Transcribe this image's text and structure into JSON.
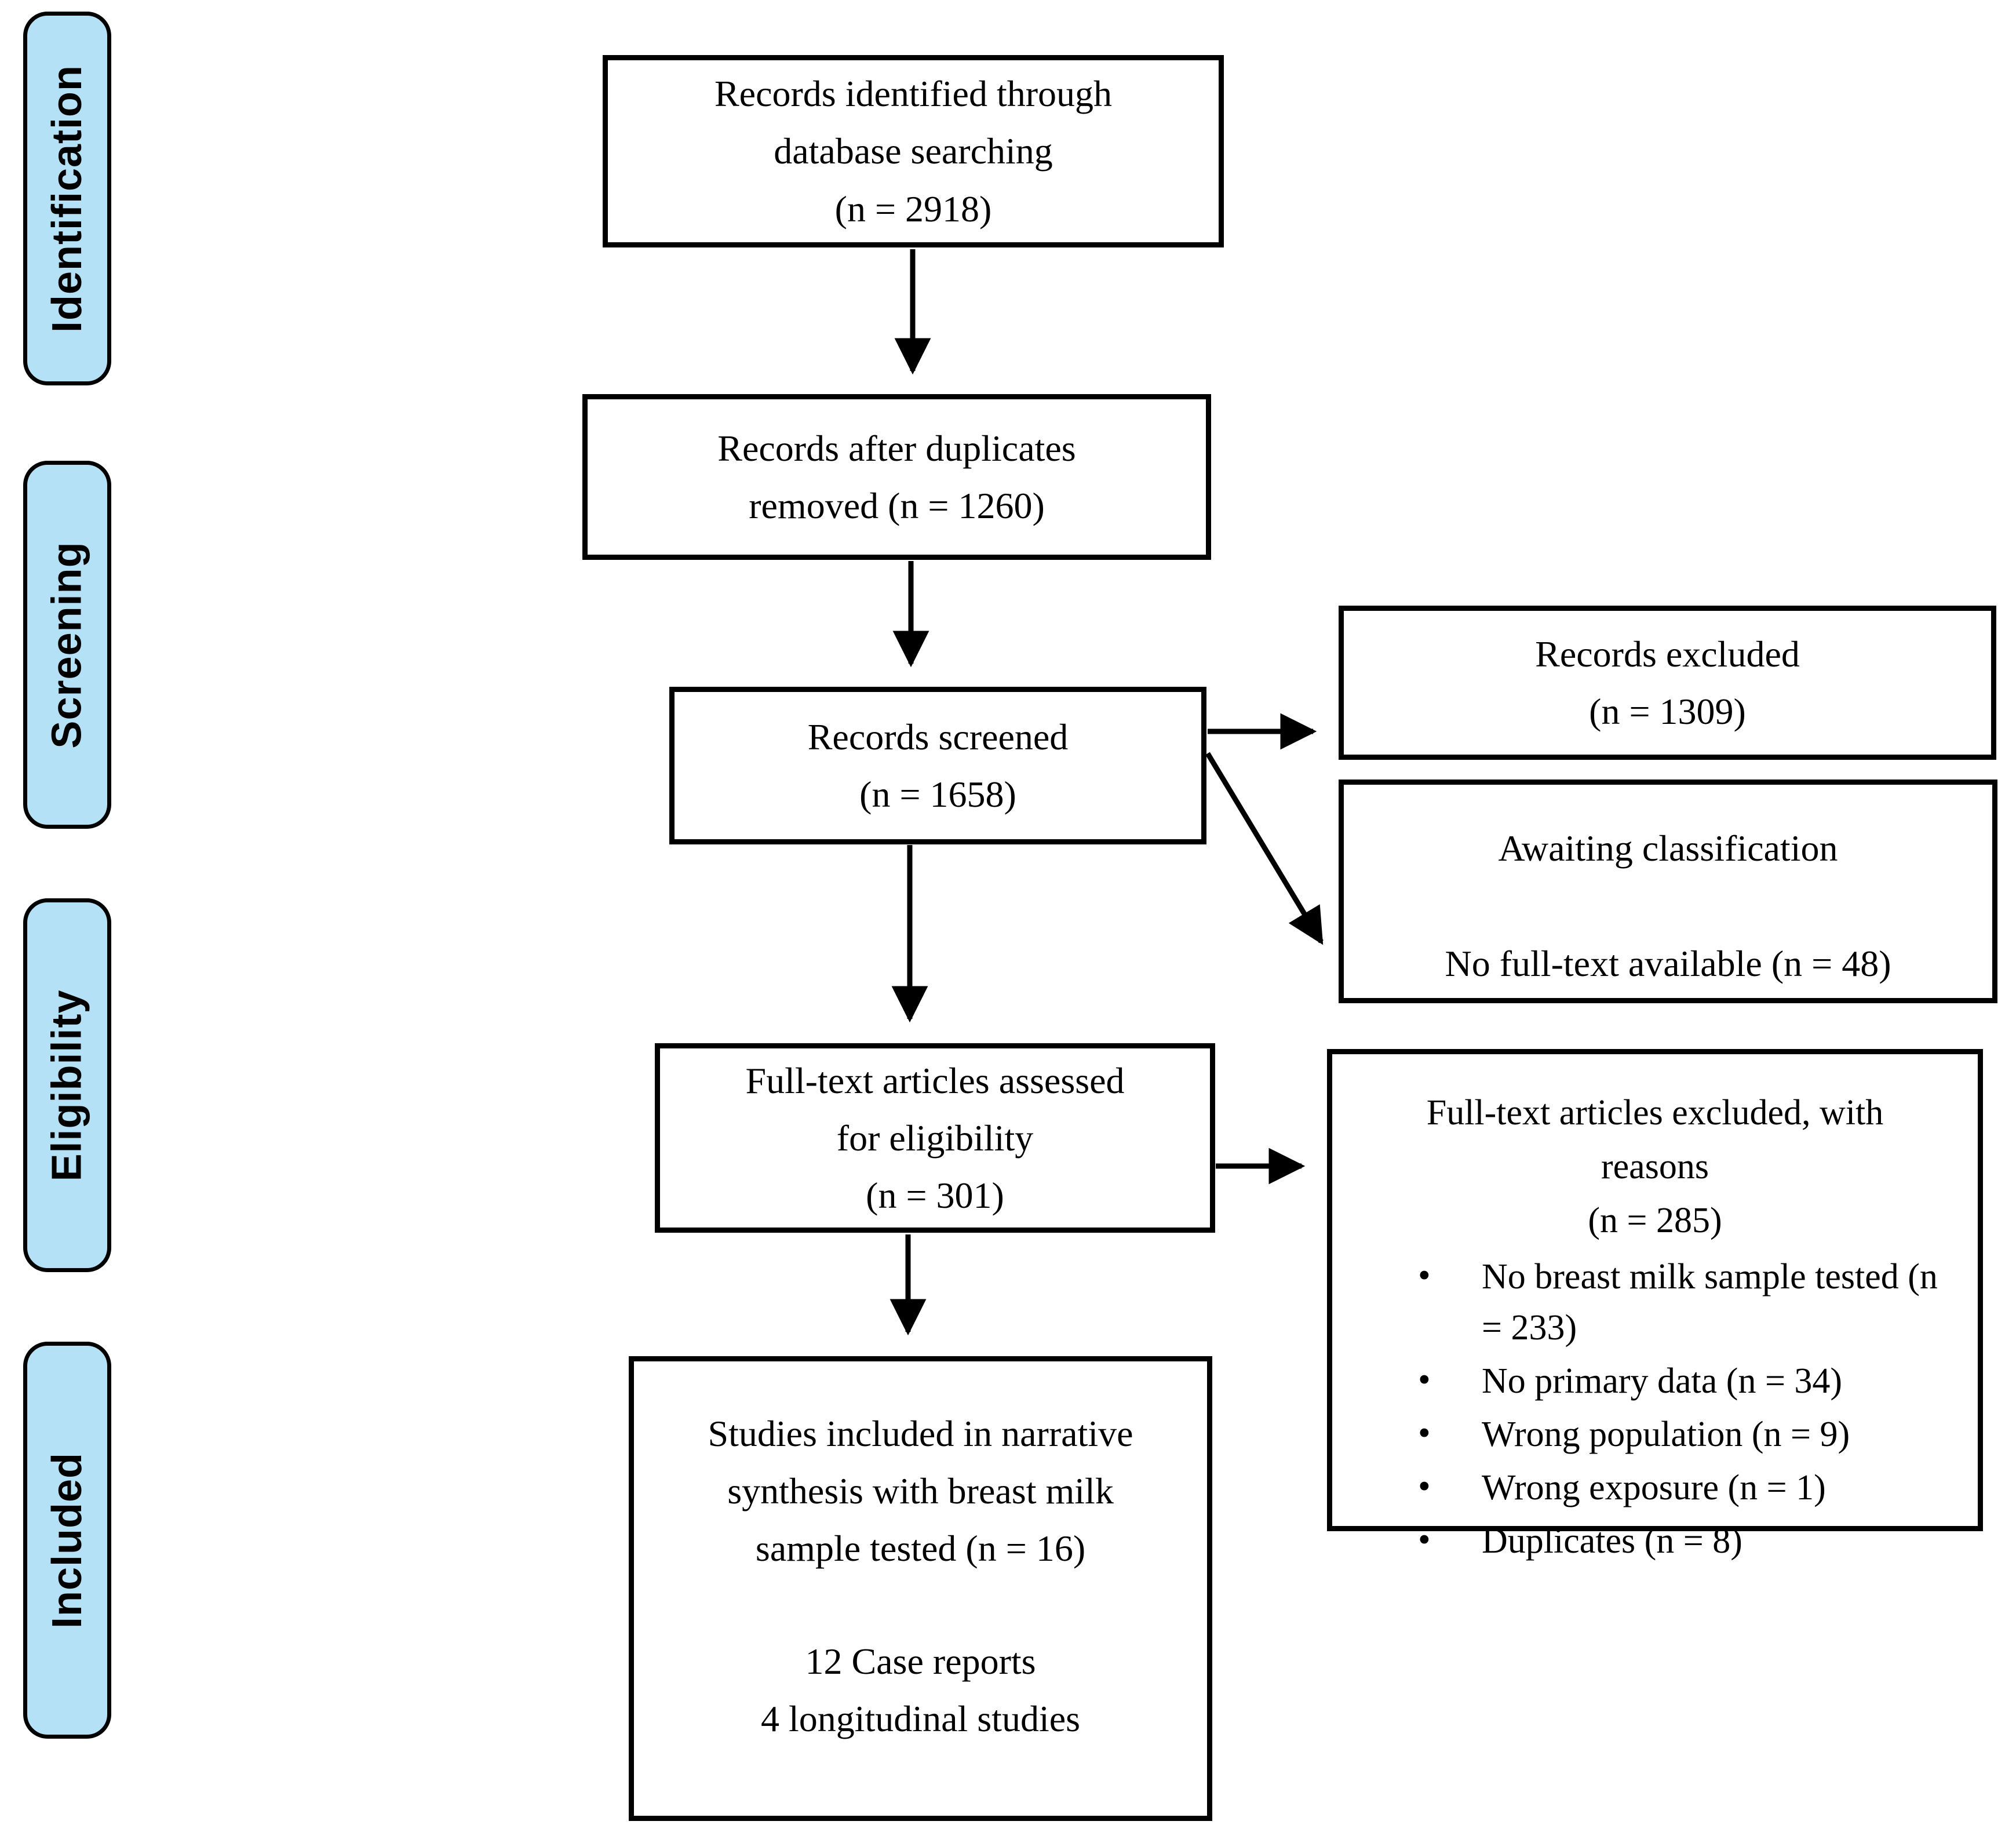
{
  "figure": {
    "type": "prisma-flow-diagram",
    "colors": {
      "stage_fill": "#b5e1f6",
      "stroke": "#000000",
      "background": "#ffffff"
    }
  },
  "stages": [
    {
      "id": "identification",
      "label": "Identification"
    },
    {
      "id": "screening",
      "label": "Screening"
    },
    {
      "id": "eligibility",
      "label": "Eligibility"
    },
    {
      "id": "included",
      "label": "Included"
    }
  ],
  "nodes": {
    "identified": {
      "lines": [
        "Records identified through",
        "database searching",
        "(n = 2918)"
      ]
    },
    "deduplicated": {
      "lines": [
        "Records after duplicates",
        "removed (n = 1260)"
      ]
    },
    "screened": {
      "lines": [
        "Records screened",
        "(n = 1658)"
      ]
    },
    "records_excluded": {
      "lines": [
        "Records excluded",
        "(n = 1309)"
      ]
    },
    "awaiting": {
      "para1": "Awaiting classification",
      "para2": "No full-text available (n = 48)"
    },
    "fulltext_assessed": {
      "lines": [
        "Full-text articles assessed",
        "for eligibility",
        "(n = 301)"
      ]
    },
    "fulltext_excluded": {
      "heading_lines": [
        "Full-text articles excluded, with",
        "reasons",
        "(n = 285)"
      ],
      "bullets": [
        "No breast milk sample tested (n = 233)",
        "No primary data (n = 34)",
        "Wrong population (n = 9)",
        "Wrong exposure (n = 1)",
        "Duplicates (n = 8)"
      ]
    },
    "included_studies": {
      "lines": [
        "Studies included in narrative",
        "synthesis with breast milk",
        "sample tested (n = 16)"
      ],
      "sub_lines": [
        "12 Case reports",
        "4 longitudinal studies"
      ]
    }
  }
}
